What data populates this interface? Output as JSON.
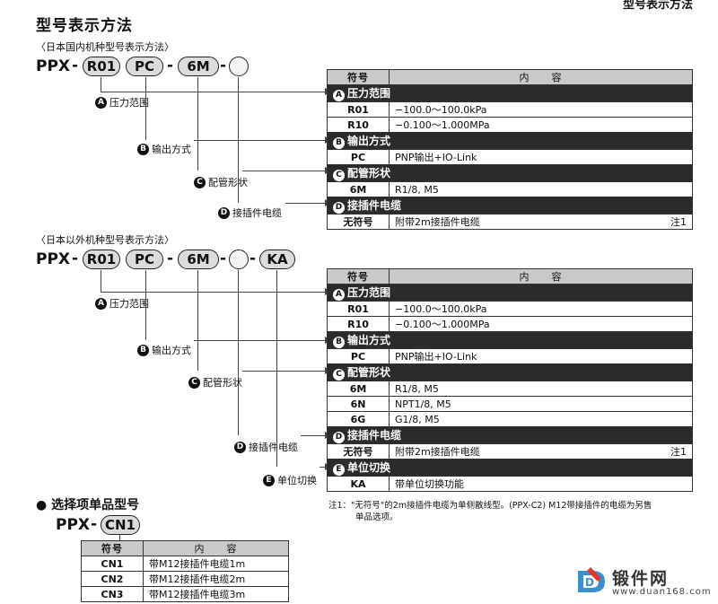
{
  "corner_title": "型号表示方法",
  "title": "型号表示方法",
  "section1": {
    "subtitle": "〈日本国内机种型号表示方法〉",
    "prefix": "PPX",
    "dash": "-",
    "pills": [
      "R01",
      "PC",
      "6M",
      ""
    ],
    "labels": [
      {
        "badge": "A",
        "text": "压力范围"
      },
      {
        "badge": "B",
        "text": "输出方式"
      },
      {
        "badge": "C",
        "text": "配管形状"
      },
      {
        "badge": "D",
        "text": "接插件电缆"
      }
    ],
    "table": {
      "header": [
        "符号",
        "内　　容"
      ],
      "sections": [
        {
          "badge": "A",
          "title": "压力范围",
          "rows": [
            [
              "R01",
              "−100.0～100.0kPa",
              ""
            ],
            [
              "R10",
              "−0.100～1.000MPa",
              ""
            ]
          ]
        },
        {
          "badge": "B",
          "title": "输出方式",
          "rows": [
            [
              "PC",
              "PNP输出+IO-Link",
              ""
            ]
          ]
        },
        {
          "badge": "C",
          "title": "配管形状",
          "rows": [
            [
              "6M",
              "R1/8, M5",
              ""
            ]
          ]
        },
        {
          "badge": "D",
          "title": "接插件电缆",
          "rows": [
            [
              "无符号",
              "附带2m接插件电缆",
              "注1"
            ]
          ]
        }
      ]
    }
  },
  "section2": {
    "subtitle": "〈日本以外机种型号表示方法〉",
    "prefix": "PPX",
    "dash": "-",
    "pills": [
      "R01",
      "PC",
      "6M",
      "",
      "KA"
    ],
    "labels": [
      {
        "badge": "A",
        "text": "压力范围"
      },
      {
        "badge": "B",
        "text": "输出方式"
      },
      {
        "badge": "C",
        "text": "配管形状"
      },
      {
        "badge": "D",
        "text": "接插件电缆"
      },
      {
        "badge": "E",
        "text": "单位切换"
      }
    ],
    "table": {
      "header": [
        "符号",
        "内　　容"
      ],
      "sections": [
        {
          "badge": "A",
          "title": "压力范围",
          "rows": [
            [
              "R01",
              "−100.0～100.0kPa",
              ""
            ],
            [
              "R10",
              "−0.100～1.000MPa",
              ""
            ]
          ]
        },
        {
          "badge": "B",
          "title": "输出方式",
          "rows": [
            [
              "PC",
              "PNP输出+IO-Link",
              ""
            ]
          ]
        },
        {
          "badge": "C",
          "title": "配管形状",
          "rows": [
            [
              "6M",
              "R1/8, M5",
              ""
            ],
            [
              "6N",
              "NPT1/8, M5",
              ""
            ],
            [
              "6G",
              "G1/8, M5",
              ""
            ]
          ]
        },
        {
          "badge": "D",
          "title": "接插件电缆",
          "rows": [
            [
              "无符号",
              "附带2m接插件电缆",
              "注1"
            ]
          ]
        },
        {
          "badge": "E",
          "title": "单位切换",
          "rows": [
            [
              "KA",
              "带单位切换功能",
              ""
            ]
          ]
        }
      ]
    }
  },
  "options": {
    "bullet": "●",
    "heading": "选择项单品型号",
    "prefix": "PPX",
    "dash": "-",
    "pill": "CN1",
    "header": [
      "符号",
      "内　　容"
    ],
    "rows": [
      [
        "CN1",
        "带M12接插件电缆1m"
      ],
      [
        "CN2",
        "带M12接插件电缆2m"
      ],
      [
        "CN3",
        "带M12接插件电缆3m"
      ]
    ]
  },
  "note": {
    "line1": "注1：\"无符号\"的2m接插件电缆为单侧散线型。(PPX-C2) M12带接插件的电缆为另售",
    "line2": "单品选项。"
  },
  "logo": {
    "mark": "D",
    "name": "锻件网",
    "url": "www.duan168.com"
  }
}
